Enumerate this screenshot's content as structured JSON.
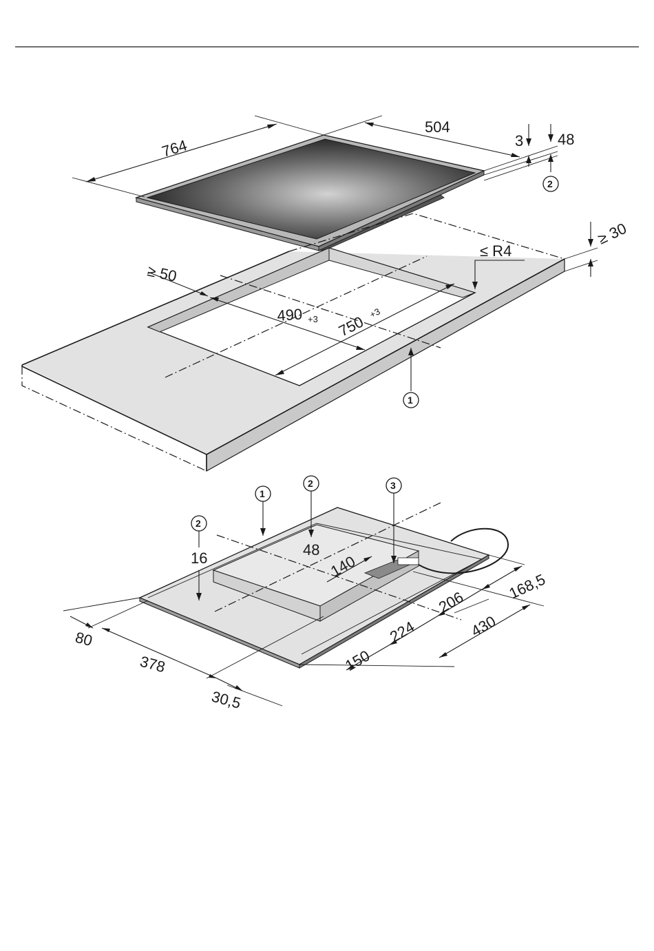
{
  "hob_dimensions": {
    "width": "764",
    "depth": "504",
    "glass_thickness": "3",
    "total_height": "48",
    "callout": "2"
  },
  "cutout_dimensions": {
    "worktop_thickness_label": "≥ 30",
    "corner_radius_label": "≤ R4",
    "min_front_distance_label": "≥ 50",
    "cutout_depth": "490",
    "cutout_depth_tolerance": "+3",
    "cutout_width": "750",
    "cutout_width_tolerance": "+3",
    "callout": "1"
  },
  "underside_dimensions": {
    "callouts": [
      "1",
      "2",
      "3",
      "2"
    ],
    "depth_48": "48",
    "depth_16": "16",
    "dim_140": "140",
    "dim_168_5": "168,5",
    "dim_206": "206",
    "dim_430": "430",
    "dim_224": "224",
    "dim_150": "150",
    "dim_80": "80",
    "dim_378": "378",
    "dim_30_5": "30,5"
  },
  "colors": {
    "glass_dark": "#1e1e1e",
    "glass_light": "#bdbdbd",
    "worktop": "#e2e2e2",
    "worktop_edge": "#c9c9c9",
    "ink": "#1a1a1a"
  }
}
